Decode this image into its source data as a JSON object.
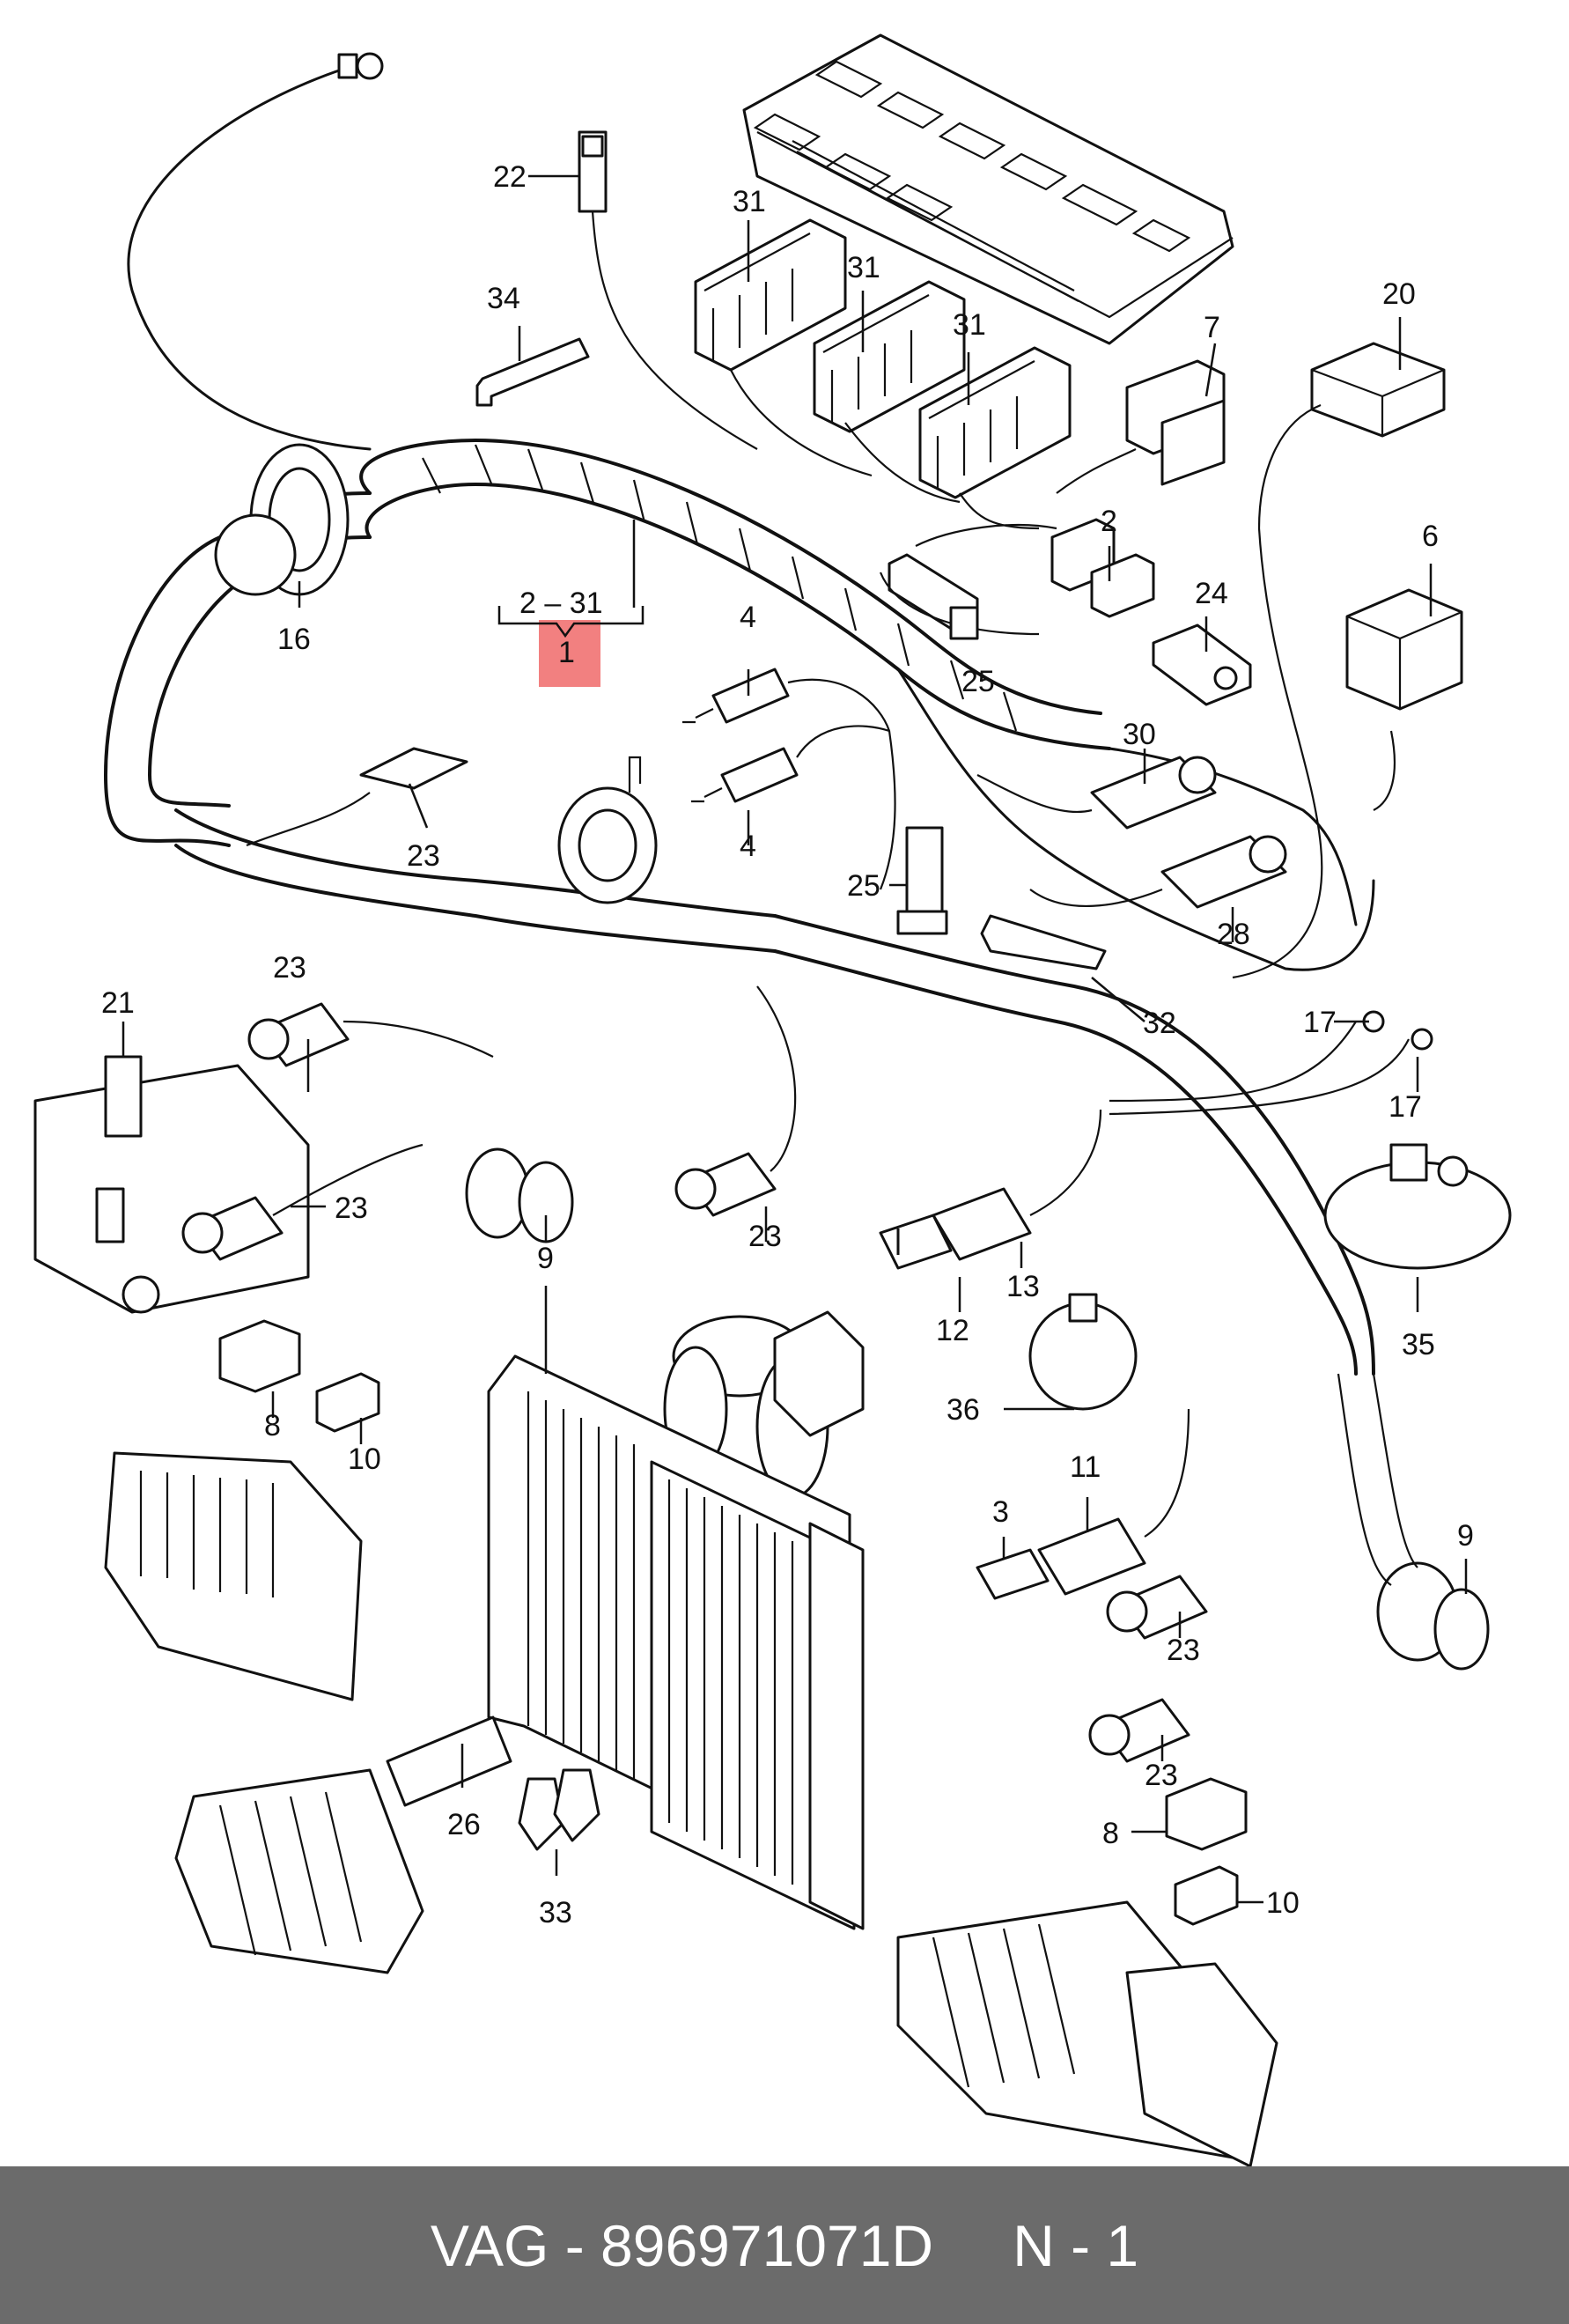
{
  "footer": {
    "part_number": "VAG - 896971071D",
    "quantity": "N - 1"
  },
  "diagram": {
    "highlight_color": "#f06a6a",
    "bracket_label": "2 – 31",
    "callouts": {
      "c1": "1",
      "c2": "2",
      "c3": "3",
      "c4a": "4",
      "c4b": "4",
      "c6": "6",
      "c7": "7",
      "c8a": "8",
      "c8b": "8",
      "c9a": "9",
      "c9b": "9",
      "c10a": "10",
      "c10b": "10",
      "c11": "11",
      "c12": "12",
      "c13": "13",
      "c16": "16",
      "c17a": "17",
      "c17b": "17",
      "c20": "20",
      "c21": "21",
      "c22": "22",
      "c23a": "23",
      "c23b": "23",
      "c23c": "23",
      "c23d": "23",
      "c23e": "23",
      "c23f": "23",
      "c24": "24",
      "c25a": "25",
      "c25b": "25",
      "c26": "26",
      "c28": "28",
      "c30": "30",
      "c31a": "31",
      "c31b": "31",
      "c31c": "31",
      "c32": "32",
      "c33": "33",
      "c34": "34",
      "c35": "35",
      "c36": "36"
    }
  }
}
